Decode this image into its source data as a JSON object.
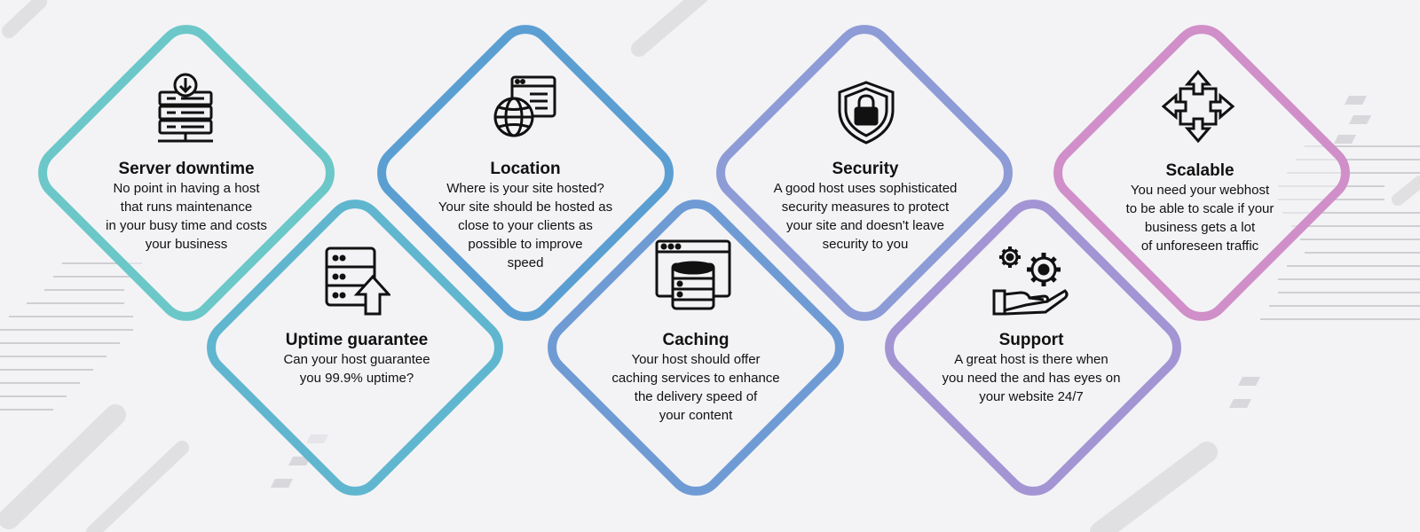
{
  "colors": {
    "background": "#f3f3f5",
    "teal": "#6cc7c9",
    "cyan_blue": "#60b6cf",
    "blue": "#5b9fd2",
    "slate_blue": "#7f9bd6",
    "lavender": "#a08fd4",
    "purple": "#b896d3",
    "pink": "#d590c7"
  },
  "cards": [
    {
      "title": "Server downtime",
      "desc": "No point in having a host\nthat runs maintenance\nin your busy time and costs\nyour business",
      "icon": "server-download-icon"
    },
    {
      "title": "Uptime guarantee",
      "desc": "Can your host guarantee\nyou 99.9% uptime?",
      "icon": "server-upload-icon"
    },
    {
      "title": "Location",
      "desc": "Where is your site hosted?\nYour site should be hosted as\nclose to your clients as\npossible to improve\nspeed",
      "icon": "globe-browser-icon"
    },
    {
      "title": "Caching",
      "desc": "Your host should offer\ncaching services to enhance\nthe delivery speed of\nyour content",
      "icon": "database-browser-icon"
    },
    {
      "title": "Security",
      "desc": "A good host uses sophisticated\nsecurity measures to protect\nyour site and doesn't leave\nsecurity to you",
      "icon": "shield-lock-icon"
    },
    {
      "title": "Support",
      "desc": "A great host is there when\nyou need the  and has eyes on\nyour website 24/7",
      "icon": "gears-hand-icon"
    },
    {
      "title": "Scalable",
      "desc": "You need your webhost\nto be able to scale if your\nbusiness gets a lot\nof unforeseen traffic",
      "icon": "expand-arrows-icon"
    }
  ]
}
